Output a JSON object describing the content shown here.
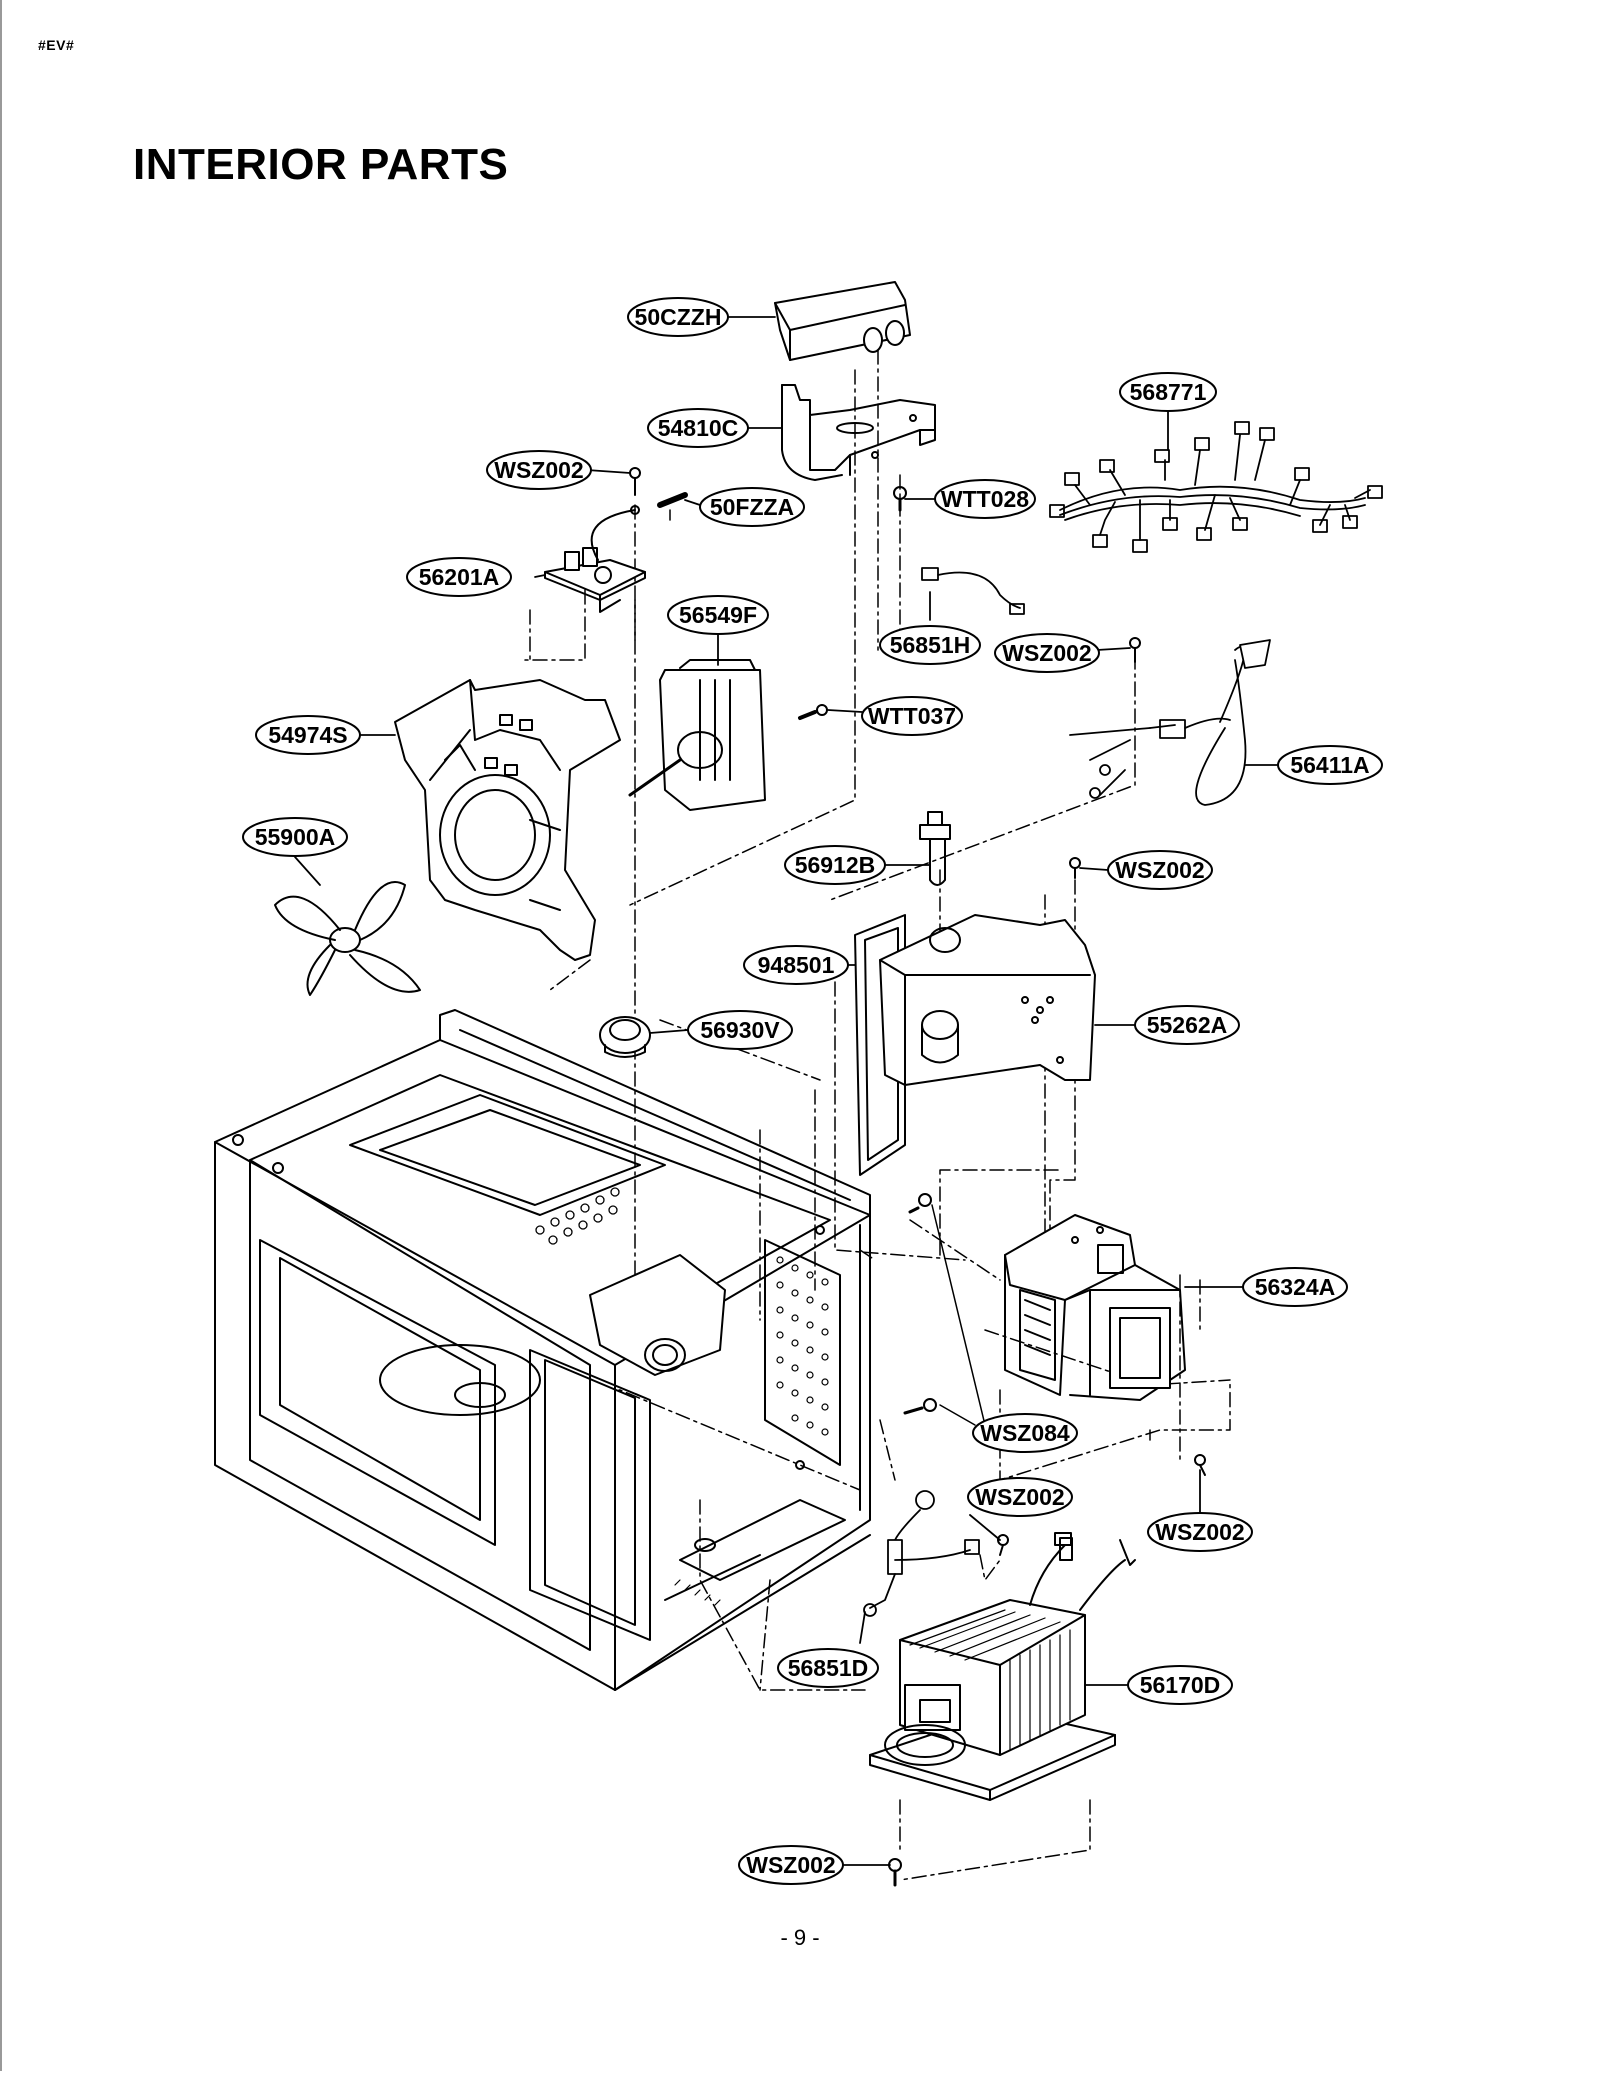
{
  "header": {
    "code": "#EV#"
  },
  "page": {
    "title": "INTERIOR PARTS",
    "number": "- 9 -"
  },
  "parts": [
    {
      "id": "50CZZH",
      "label": "50CZZH"
    },
    {
      "id": "54810C",
      "label": "54810C"
    },
    {
      "id": "568771",
      "label": "568771"
    },
    {
      "id": "WSZ002a",
      "label": "WSZ002"
    },
    {
      "id": "50FZZA",
      "label": "50FZZA"
    },
    {
      "id": "WTT028",
      "label": "WTT028"
    },
    {
      "id": "56201A",
      "label": "56201A"
    },
    {
      "id": "56549F",
      "label": "56549F"
    },
    {
      "id": "56851H",
      "label": "56851H"
    },
    {
      "id": "WSZ002b",
      "label": "WSZ002"
    },
    {
      "id": "54974S",
      "label": "54974S"
    },
    {
      "id": "WTT037",
      "label": "WTT037"
    },
    {
      "id": "56411A",
      "label": "56411A"
    },
    {
      "id": "55900A",
      "label": "55900A"
    },
    {
      "id": "56912B",
      "label": "56912B"
    },
    {
      "id": "WSZ002c",
      "label": "WSZ002"
    },
    {
      "id": "948501",
      "label": "948501"
    },
    {
      "id": "55262A",
      "label": "55262A"
    },
    {
      "id": "56930V",
      "label": "56930V"
    },
    {
      "id": "56324A",
      "label": "56324A"
    },
    {
      "id": "WSZ084",
      "label": "WSZ084"
    },
    {
      "id": "WSZ002d",
      "label": "WSZ002"
    },
    {
      "id": "WSZ002e",
      "label": "WSZ002"
    },
    {
      "id": "56851D",
      "label": "56851D"
    },
    {
      "id": "56170D",
      "label": "56170D"
    },
    {
      "id": "WSZ002f",
      "label": "WSZ002"
    }
  ]
}
